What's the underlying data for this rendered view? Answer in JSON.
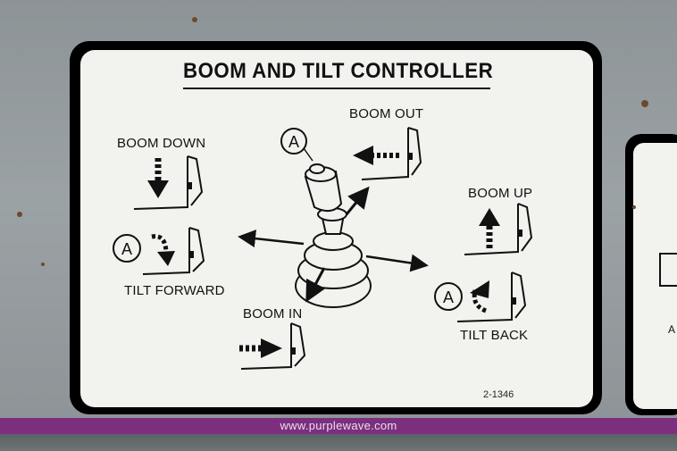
{
  "decal": {
    "title": "BOOM AND TILT CONTROLLER",
    "labels": {
      "boom_out": "BOOM OUT",
      "boom_down": "BOOM DOWN",
      "boom_up": "BOOM UP",
      "tilt_forward": "TILT FORWARD",
      "boom_in": "BOOM IN",
      "tilt_back": "TILT BACK"
    },
    "circle_marker": "A",
    "part_number": "2-1346"
  },
  "second_decal_text": "A",
  "watermark": "www.purplewave.com",
  "colors": {
    "strip": "#7c2f7f",
    "metal": "#959c9f",
    "decal": "#f2f2ee"
  }
}
